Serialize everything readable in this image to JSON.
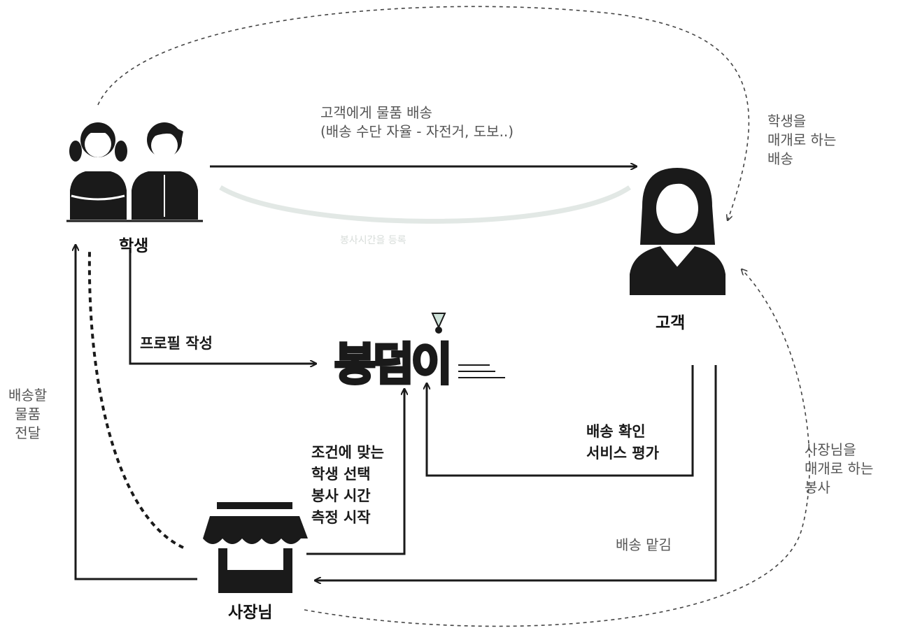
{
  "actors": {
    "student": "학생",
    "customer": "고객",
    "owner": "사장님"
  },
  "logo_text": "봉덤이",
  "faded_caption": "봉사시간을 등록",
  "edges": {
    "student_to_customer": "고객에게 물품 배송\n(배송 수단 자율 - 자전거, 도보..)",
    "student_mediated": "학생을\n매개로 하는\n배송",
    "student_profile": "프로필 작성",
    "owner_selects": "조건에 맞는\n학생 선택\n봉사 시간\n측정 시작",
    "customer_confirms": "배송 확인\n서비스 평가",
    "customer_to_owner": "배송 맡김",
    "owner_mediated": "사장님을\n매개로 하는\n봉사",
    "owner_to_student": "배송할\n물품\n전달"
  }
}
